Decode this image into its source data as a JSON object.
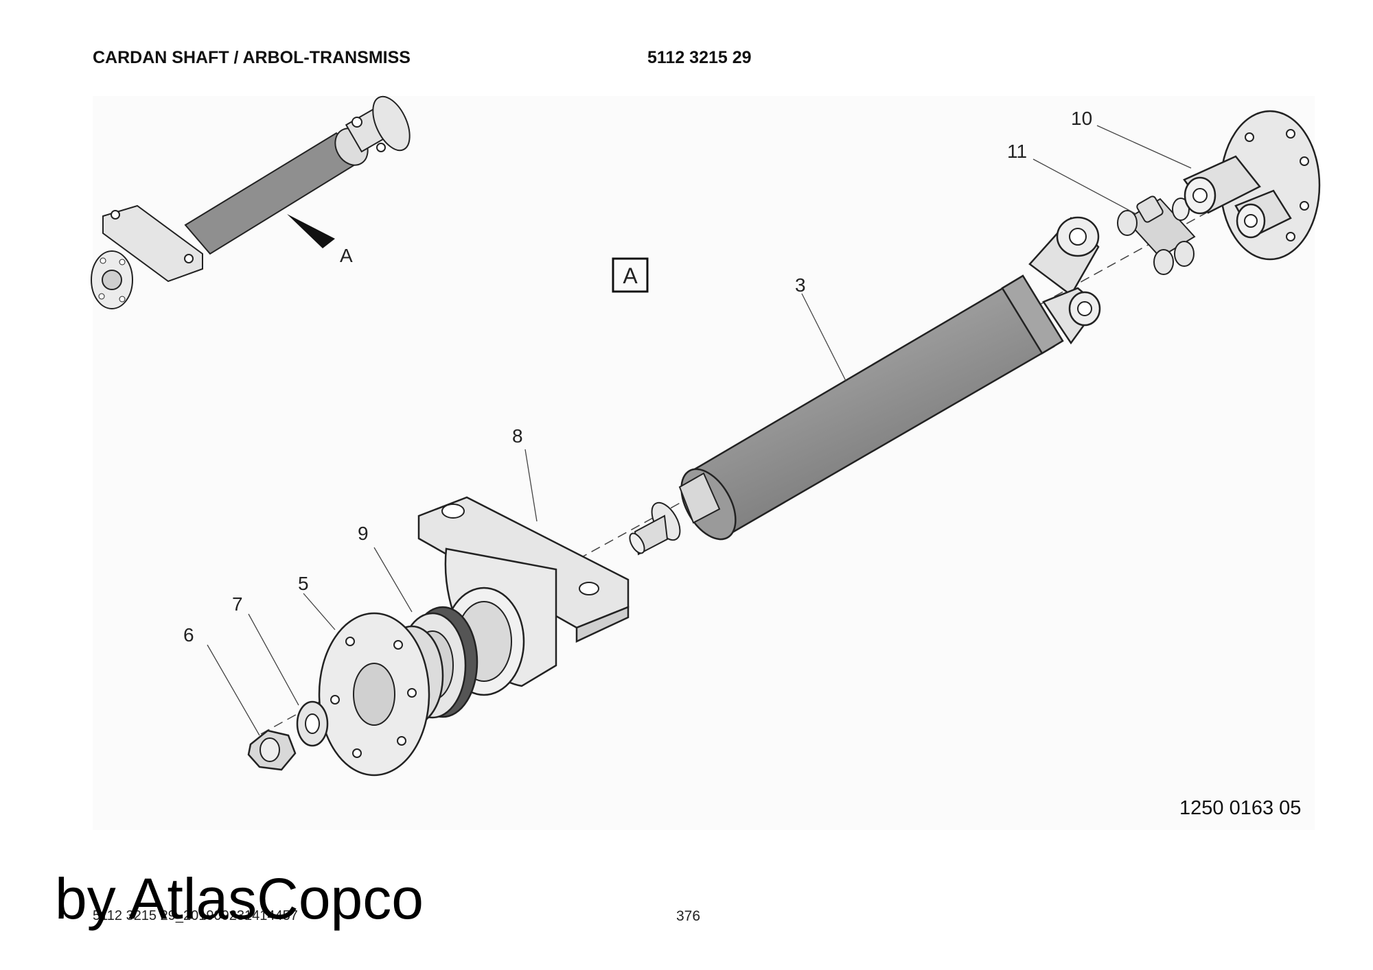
{
  "header": {
    "title": "CARDAN SHAFT / ARBOL-TRANSMISS",
    "part_number": "5112 3215 29"
  },
  "view_label": "A",
  "callouts": {
    "c3": "3",
    "c5": "5",
    "c6": "6",
    "c7": "7",
    "c8": "8",
    "c9": "9",
    "c10": "10",
    "c11": "11"
  },
  "drawing_number": "1250 0163 05",
  "footer": {
    "code": "5112 3215 29_201909231414457",
    "page": "376"
  },
  "watermark": "by AtlasCopco"
}
